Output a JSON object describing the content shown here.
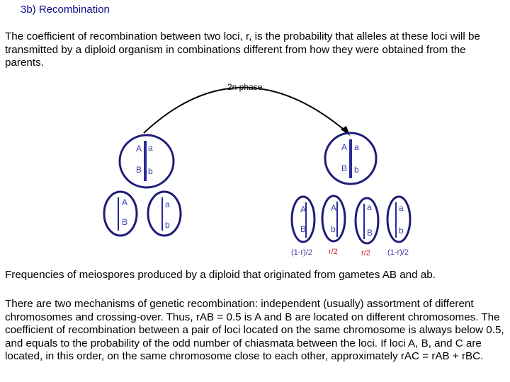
{
  "title": "3b) Recombination",
  "intro": "The coefficient of recombination between two loci, r, is the probability that alleles at these loci will be transmitted by a diploid organism in combinations different from how they were obtained from the parents.",
  "diagram": {
    "arrow_label": "2n phase",
    "parent_cell": {
      "left_top": "A",
      "right_top": "a",
      "left_bottom": "B",
      "right_bottom": "b"
    },
    "gametes": [
      {
        "top": "A",
        "bottom": "B"
      },
      {
        "top": "a",
        "bottom": "b"
      }
    ],
    "target_cell": {
      "left_top": "A",
      "right_top": "a",
      "left_bottom": "B",
      "right_bottom": "b"
    },
    "meiospores": [
      {
        "top": "A",
        "bottom": "B",
        "freq": "(1-r)/2",
        "color": "#3a3aa6"
      },
      {
        "top": "A",
        "bottom": "b",
        "freq": "r/2",
        "color": "#d02020"
      },
      {
        "top": "a",
        "bottom": "B",
        "freq": "r/2",
        "color": "#d02020"
      },
      {
        "top": "a",
        "bottom": "b",
        "freq": "(1-r)/2",
        "color": "#3a3aa6"
      }
    ],
    "cell_outline_color": "#1d1d78",
    "chromosome_color": "#2a2a9a",
    "letter_color": "#3b3bb0"
  },
  "caption": "Frequencies of meiospores produced by a diploid that originated from gametes AB and ab.",
  "body": "There are two mechanisms of genetic recombination: independent (usually) assortment of different chromosomes and crossing-over. Thus, rAB = 0.5 is A and B are located on different chromosomes. The coefficient of recombination between a pair of loci located on the same chromosome is always below 0.5, and equals to the probability of the odd number of chiasmata between the loci. If loci A, B, and C are located, in this order, on the same chromosome close to each other, approximately rAC = rAB + rBC."
}
